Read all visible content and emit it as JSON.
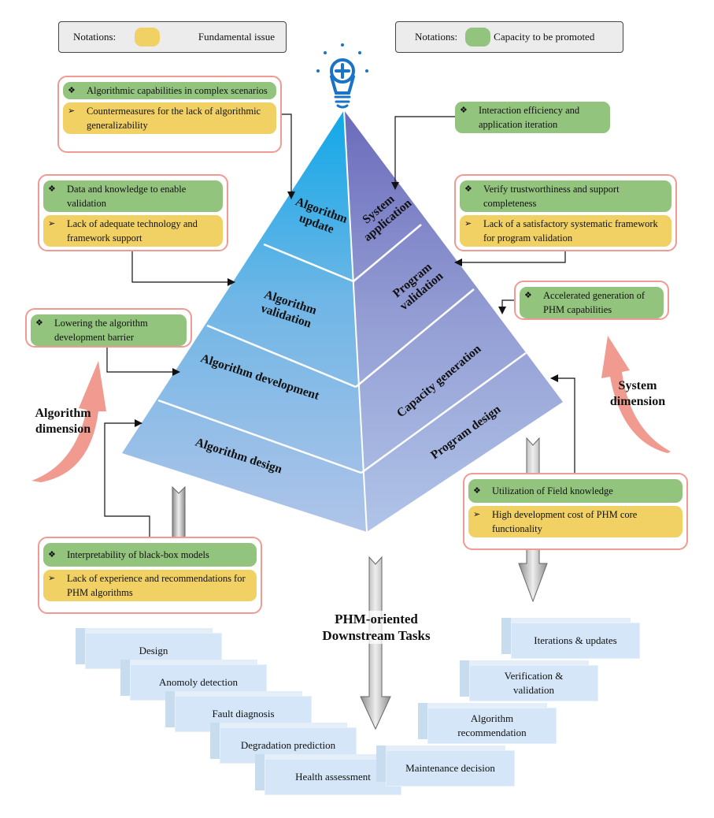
{
  "legend": {
    "left": {
      "prefix": "Notations:",
      "label": "Fundamental issue",
      "color": "#f1d064"
    },
    "right": {
      "prefix": "Notations:",
      "label": "Capacity to be promoted",
      "color": "#93c47d"
    }
  },
  "colors": {
    "capacity_green": "#93c47d",
    "issue_yellow": "#f1d064",
    "callout_border": "#ef9a93",
    "bulb_blue": "#1a73c7",
    "dimension_arrow": "#ef9084",
    "task_box": "#d4e6f7"
  },
  "icons": {
    "top": "lightbulb-plus-icon",
    "capacity_bullet": "diamond-bullet-icon",
    "issue_bullet": "arrowhead-bullet-icon",
    "capacity_bullet_glyph": "❖",
    "issue_bullet_glyph": "➢"
  },
  "pyramid": {
    "left_face": {
      "layers": [
        "Algorithm update",
        "Algorithm validation",
        "Algorithm development",
        "Algorithm design"
      ],
      "labels": [
        [
          "Algorithm",
          "update"
        ],
        [
          "Algorithm",
          "validation"
        ],
        [
          "Algorithm development"
        ],
        [
          "Algorithm design"
        ]
      ]
    },
    "right_face": {
      "layers": [
        "System application",
        "Program validation",
        "Capacity generation",
        "Program design"
      ],
      "labels": [
        [
          "System",
          "application"
        ],
        [
          "Program",
          "validation"
        ],
        [
          "Capacity generation"
        ],
        [
          "Program design"
        ]
      ]
    }
  },
  "dimensions": {
    "algorithm": [
      "Algorithm",
      "dimension"
    ],
    "system": [
      "System",
      "dimension"
    ]
  },
  "callouts": {
    "algorithm_update": [
      {
        "type": "capacity",
        "text": "Algorithmic capabilities in complex scenarios"
      },
      {
        "type": "issue",
        "text": "Countermeasures for the lack of algorithmic generalizability"
      }
    ],
    "algorithm_validation": [
      {
        "type": "capacity",
        "text": "Data and knowledge to enable validation"
      },
      {
        "type": "issue",
        "text": "Lack of adequate technology and framework support"
      }
    ],
    "algorithm_development": [
      {
        "type": "capacity",
        "text": "Lowering the algorithm development barrier"
      }
    ],
    "algorithm_design": [
      {
        "type": "capacity",
        "text": "Interpretability of black-box models"
      },
      {
        "type": "issue",
        "text": "Lack of experience and recommendations for PHM algorithms"
      }
    ],
    "system_application": [
      {
        "type": "capacity",
        "text": "Interaction efficiency and application iteration"
      }
    ],
    "program_validation": [
      {
        "type": "capacity",
        "text": "Verify trustworthiness and support completeness"
      },
      {
        "type": "issue",
        "text": "Lack of a satisfactory systematic framework for program validation"
      }
    ],
    "capacity_generation": [
      {
        "type": "capacity",
        "text": "Accelerated generation of PHM capabilities"
      }
    ],
    "program_design": [
      {
        "type": "capacity",
        "text": "Utilization of Field knowledge"
      },
      {
        "type": "issue",
        "text": "High development cost of PHM core functionality"
      }
    ]
  },
  "downstream": {
    "title": [
      "PHM-oriented",
      "Downstream Tasks"
    ],
    "left_tasks": [
      "Design",
      "Anomoly detection",
      "Fault diagnosis",
      "Degradation prediction",
      "Health assessment"
    ],
    "right_tasks": [
      "Iterations & updates",
      "Verification & validation",
      "Algorithm recommendation",
      "Maintenance decision"
    ]
  }
}
